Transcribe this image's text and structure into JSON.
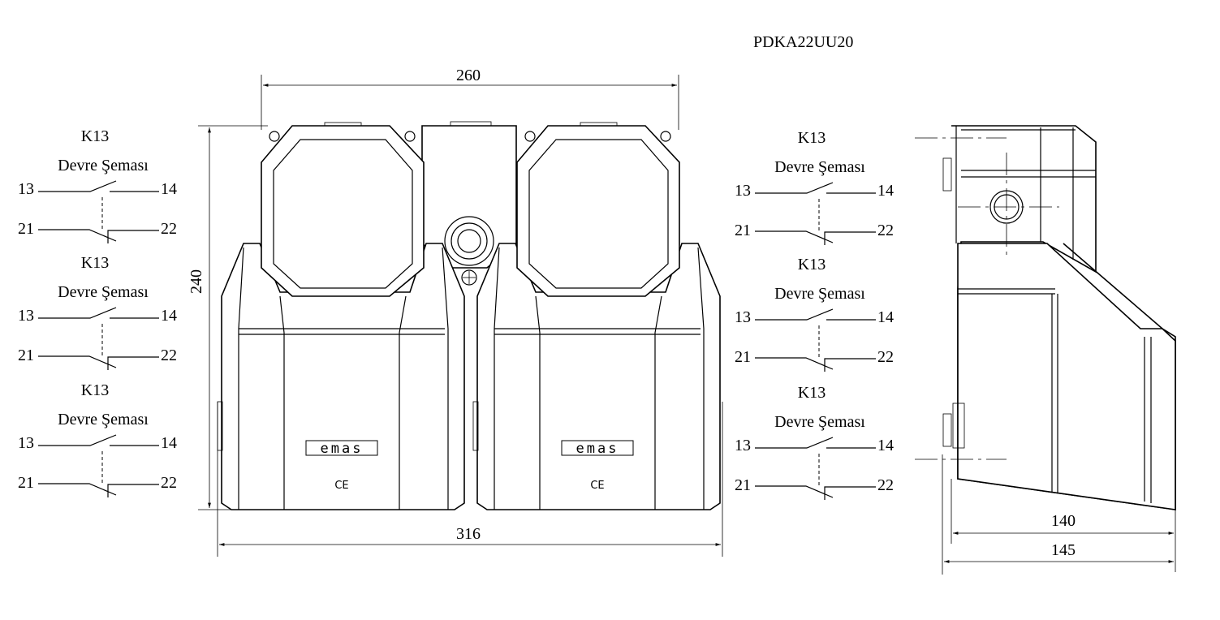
{
  "title": "PDKA22UU20",
  "dimensions": {
    "width_top": "260",
    "height": "240",
    "width_bottom": "316",
    "depth_inner": "140",
    "depth_outer": "145"
  },
  "logo": "emas",
  "mark": "CE",
  "schematics": [
    {
      "contact": "K13",
      "caption": "Devre Şeması",
      "no_in": "13",
      "no_out": "14",
      "nc_in": "21",
      "nc_out": "22"
    },
    {
      "contact": "K13",
      "caption": "Devre Şeması",
      "no_in": "13",
      "no_out": "14",
      "nc_in": "21",
      "nc_out": "22"
    },
    {
      "contact": "K13",
      "caption": "Devre Şeması",
      "no_in": "13",
      "no_out": "14",
      "nc_in": "21",
      "nc_out": "22"
    },
    {
      "contact": "K13",
      "caption": "Devre Şeması",
      "no_in": "13",
      "no_out": "14",
      "nc_in": "21",
      "nc_out": "22"
    },
    {
      "contact": "K13",
      "caption": "Devre Şeması",
      "no_in": "13",
      "no_out": "14",
      "nc_in": "21",
      "nc_out": "22"
    },
    {
      "contact": "K13",
      "caption": "Devre Şeması",
      "no_in": "13",
      "no_out": "14",
      "nc_in": "21",
      "nc_out": "22"
    }
  ]
}
